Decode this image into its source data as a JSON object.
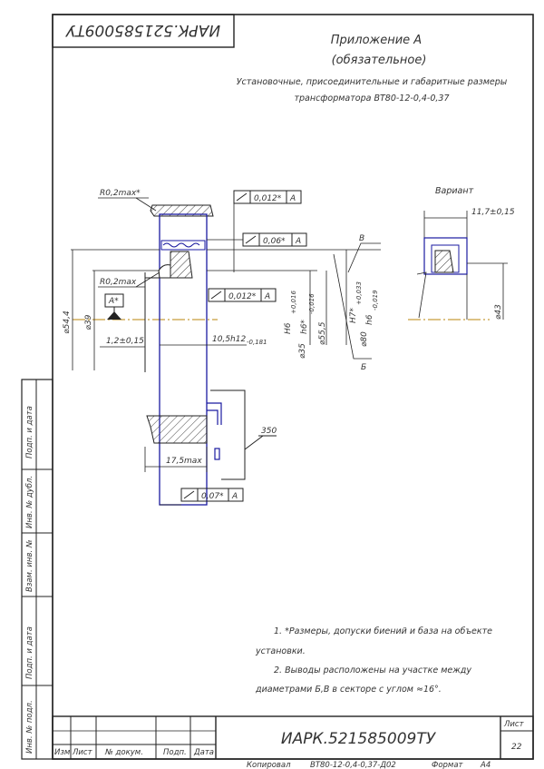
{
  "stamp_top": "ИАРК.521585009ТУ",
  "title": {
    "line1": "Приложение А",
    "line2": "(обязательное)",
    "sub1": "Установочные, присоединительные и габаритные размеры",
    "sub2": "трансформатора ВТ80-12-0,4-0,37"
  },
  "variant_label": "Вариант",
  "dimensions": {
    "r_top": "R0,2max*",
    "r_mid": "R0,2max",
    "tol1": "0,012*",
    "tol2": "0,06*",
    "tol3": "0,012*",
    "tol4": "0,07*",
    "datum": "A",
    "datum_base": "A*",
    "d54": "⌀54,4",
    "d39": "⌀39",
    "w12": "1,2±0,15",
    "w105": "10,5h12",
    "w105_tol": "-0,181",
    "d35": "⌀35",
    "d35_fit1": "H6",
    "d35_fit2": "h6*",
    "d35_tol1": "+0,016",
    "d35_tol2": "-0,016",
    "d55": "⌀55,5",
    "d80": "⌀80",
    "d80_fit1": "H7*",
    "d80_fit2": "h6",
    "d80_tol1": "+0,033",
    "d80_tol2": "-0,019",
    "w17": "17,5max",
    "len350": "350",
    "label_v": "В",
    "label_b": "Б",
    "var_w": "11,7±0,15",
    "var_d": "⌀43"
  },
  "notes": {
    "n1a": "1. *Размеры, допуски биений и база на объекте",
    "n1b": "установки.",
    "n2a": "2. Выводы расположены на участке между",
    "n2b": "диаметрами Б,В в секторе с углом ≈16°."
  },
  "side_labels": [
    "Подп. и дата",
    "Инв. № дубл.",
    "Взам. инв. №",
    "Подп. и дата",
    "Инв. № подл."
  ],
  "titleblock": {
    "code": "ИАРК.521585009ТУ",
    "list_label": "Лист",
    "list_num": "22",
    "col_izm": "Изм",
    "col_list": "Лист",
    "col_doc": "№ докум.",
    "col_podp": "Подп.",
    "col_date": "Дата"
  },
  "footer": {
    "copied": "Копировал",
    "doc": "ВТ80-12-0,4-0,37-Д02",
    "format": "Формат",
    "format_val": "А4"
  }
}
